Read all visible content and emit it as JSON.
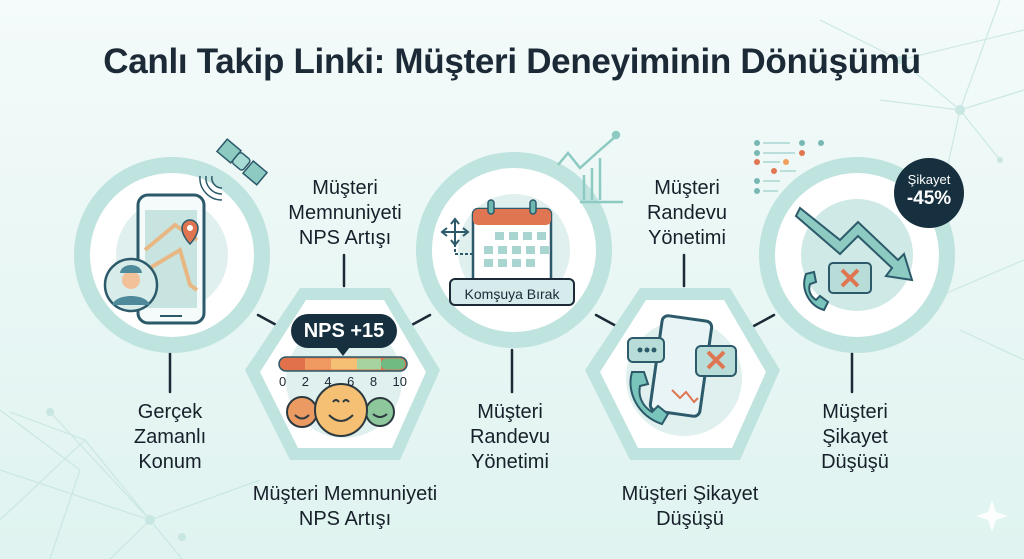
{
  "title": "Canlı Takip Linki: Müşteri Deneyiminin Dönüşümü",
  "nodes": [
    {
      "id": "realtime-location",
      "label": "Gerçek\nZamanlı\nKonum",
      "icon": "phone-map-pin-icon",
      "accent_icons": [
        "satellite-icon",
        "courier-avatar-icon"
      ]
    },
    {
      "id": "nps-increase",
      "label": "Müşteri\nMemnuniyeti\nNPS Artışı",
      "caption": "Müşteri Memnuniyeti\nNPS Artışı",
      "icon": "nps-scale-icon",
      "badge": "NPS +15",
      "scale_ticks": [
        "0",
        "2",
        "4",
        "6",
        "8",
        "10"
      ],
      "scale_colors": [
        "#e0714a",
        "#f09a62",
        "#f5bf74",
        "#a6d3a0",
        "#6fbb82"
      ]
    },
    {
      "id": "appointment-management",
      "label": "Müşteri\nRandevu\nYönetimi",
      "icon": "calendar-icon",
      "tag": "Komşuya Bırak",
      "accent_icons": [
        "move-arrows-icon",
        "growth-chart-icon"
      ]
    },
    {
      "id": "complaint-drop-center",
      "label": "Müşteri\nRandevu\nYönetimi",
      "caption": "Müşteri Şikayet\nDüşüşü",
      "icon": "phone-chat-cancel-icon"
    },
    {
      "id": "complaint-drop",
      "label": "Müşteri\nŞikayet\nDüşüşü",
      "icon": "down-trend-arrow-icon",
      "badge_line1": "Şikayet",
      "badge_line2": "-45%",
      "accent_icons": [
        "list-dots-icon"
      ]
    }
  ],
  "colors": {
    "ring": "#bfe3df",
    "ring_dark": "#9fd3cd",
    "inner_disc": "#cfe9e6",
    "dark_navy": "#16303f",
    "accent_orange": "#e07552",
    "teal_icon": "#79c4bb"
  }
}
